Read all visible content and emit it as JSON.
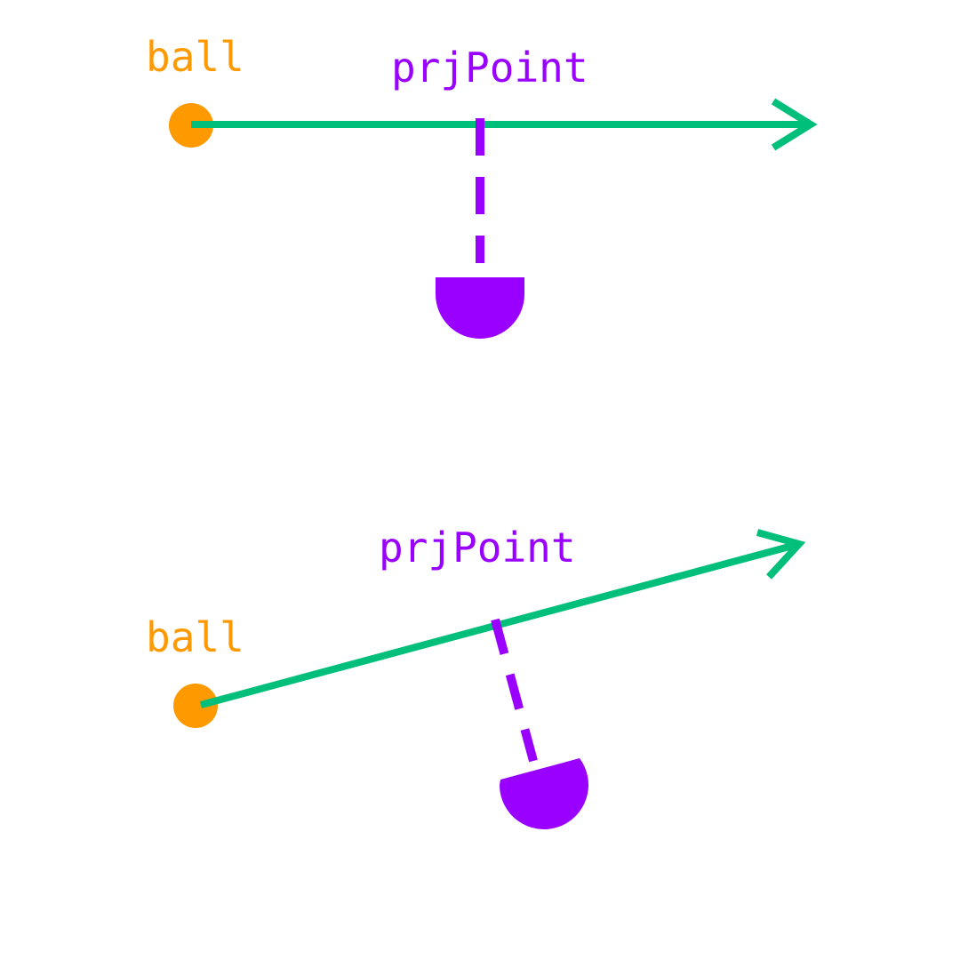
{
  "colors": {
    "ball": "#FF9900",
    "projection": "#9900FF",
    "vector": "#00BF7A",
    "background": "#FFFFFF"
  },
  "panels": [
    {
      "ball_label": "ball",
      "projection_label": "prjPoint"
    },
    {
      "ball_label": "ball",
      "projection_label": "prjPoint"
    }
  ]
}
